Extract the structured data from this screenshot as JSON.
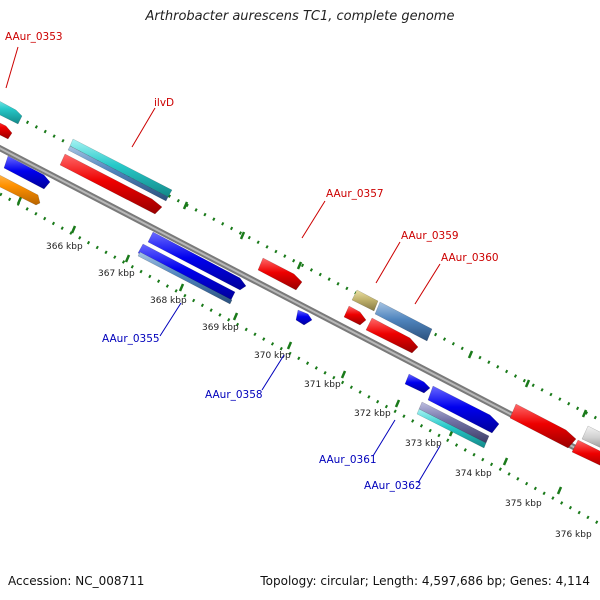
{
  "title": "Arthrobacter aurescens TC1, complete genome",
  "footer": {
    "accession": "Accession: NC_008711",
    "summary": "Topology: circular; Length: 4,597,686 bp; Genes: 4,114"
  },
  "colors": {
    "backbone": "#808080",
    "tick": "#1a7a1a",
    "label_top": "#cc0000",
    "label_bottom": "#0000bb"
  },
  "tick_labels": [
    "366 kbp",
    "367 kbp",
    "368 kbp",
    "369 kbp",
    "370 kbp",
    "371 kbp",
    "372 kbp",
    "373 kbp",
    "374 kbp",
    "375 kbp",
    "376 kbp"
  ],
  "gene_labels": {
    "top": [
      "AAur_0353",
      "ilvD",
      "AAur_0357",
      "AAur_0359",
      "AAur_0360"
    ],
    "bottom": [
      "AAur_0355",
      "AAur_0358",
      "AAur_0361",
      "AAur_0362"
    ]
  }
}
